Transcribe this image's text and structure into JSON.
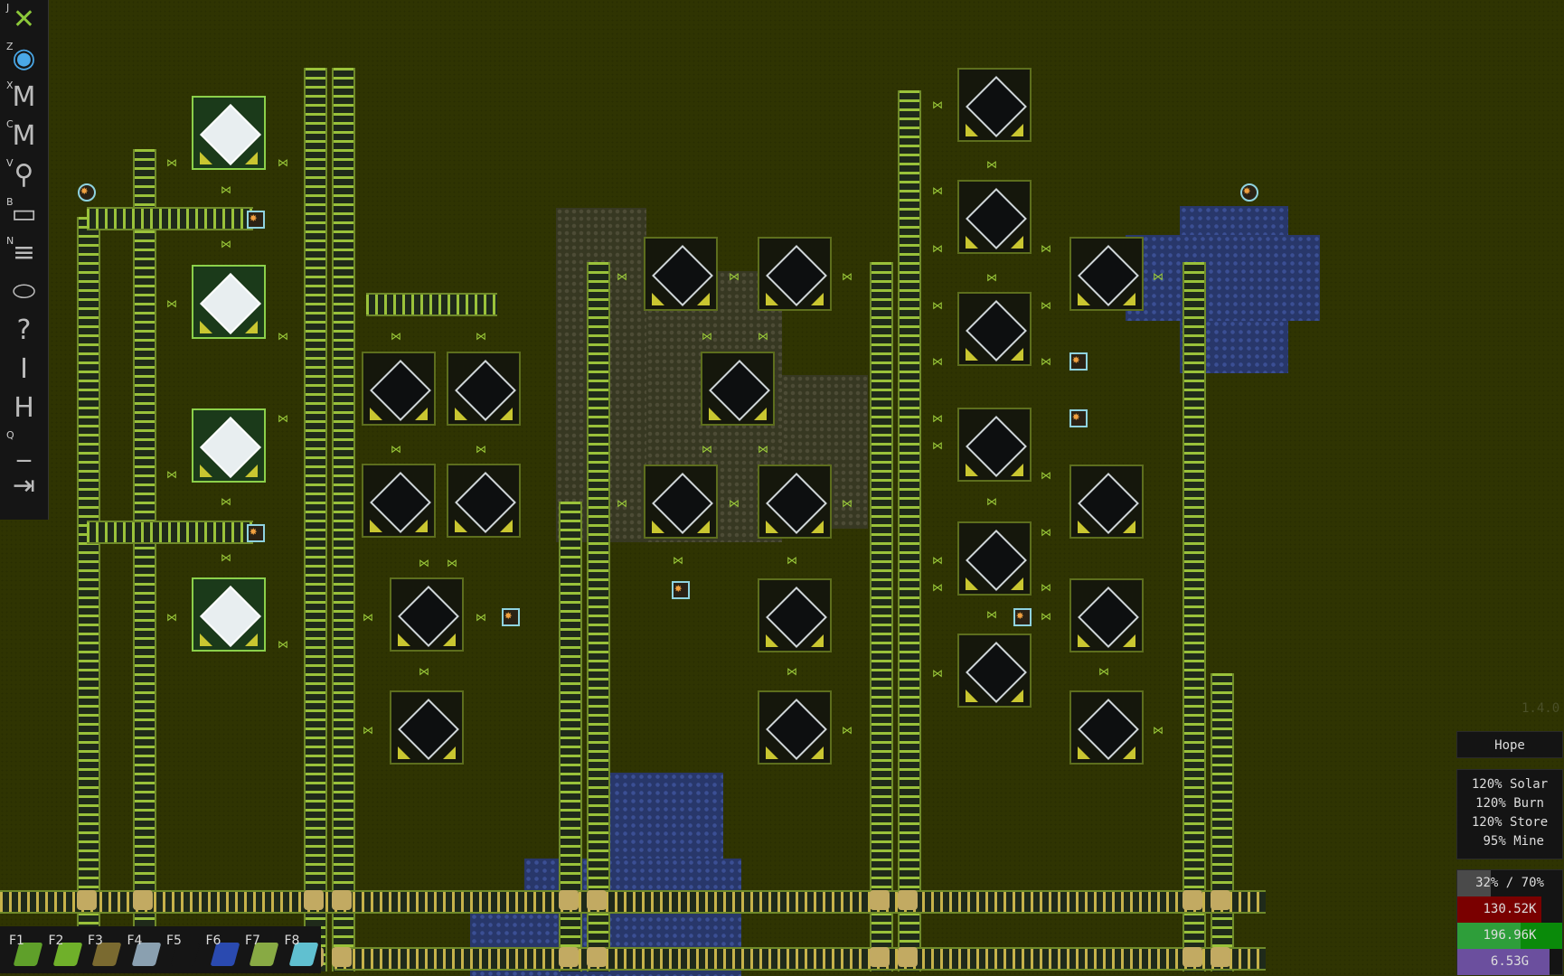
{
  "game": {
    "version": "1.4.0"
  },
  "toolbar": {
    "items": [
      {
        "key": "J",
        "icon": "drone-icon"
      },
      {
        "key": "Z",
        "icon": "globe-icon"
      },
      {
        "key": "X",
        "icon": "map-icon"
      },
      {
        "key": "C",
        "icon": "map-alt-icon"
      },
      {
        "key": "V",
        "icon": "search-icon"
      },
      {
        "key": "B",
        "icon": "save-icon"
      },
      {
        "key": "N",
        "icon": "list-icon"
      },
      {
        "key": "",
        "icon": "ring-icon"
      },
      {
        "key": "",
        "icon": "help-icon"
      },
      {
        "key": "",
        "icon": "info-icon"
      },
      {
        "key": "",
        "icon": "h-icon"
      },
      {
        "key": "Q",
        "icon": "console-icon"
      },
      {
        "key": "",
        "icon": "exit-icon"
      }
    ]
  },
  "hotbar": {
    "slots": [
      {
        "key": "F1",
        "icon": "belt-icon",
        "color": "#5fa02a"
      },
      {
        "key": "F2",
        "icon": "inserter-icon",
        "color": "#6fb02a"
      },
      {
        "key": "F3",
        "icon": "assembler-icon",
        "color": "#7a6a30"
      },
      {
        "key": "F4",
        "icon": "lab-icon",
        "color": "#8aa0b0"
      },
      {
        "key": "F5",
        "icon": "map-icon",
        "color": "#151515"
      },
      {
        "key": "F6",
        "icon": "solar-panel-icon",
        "color": "#2a4ab0"
      },
      {
        "key": "F7",
        "icon": "drill-icon",
        "color": "#88aa44"
      },
      {
        "key": "F8",
        "icon": "storage-icon",
        "color": "#60c0d0"
      }
    ]
  },
  "status": {
    "name": "Hope",
    "bonuses": [
      "120% Solar",
      "120% Burn",
      "120% Store",
      " 95% Mine"
    ],
    "power": {
      "label": "32% / 70%",
      "fill": 0.32,
      "color": "#4a4a4a"
    },
    "resources": [
      {
        "label": "130.52K",
        "fill": 0.8,
        "color": "#7a0000"
      },
      {
        "label": "196.96K",
        "fill": 1.0,
        "color": "#0a8a0a",
        "sub": 0.6,
        "subcolor": "#2e9e3a"
      },
      {
        "label": "6.53G",
        "fill": 0.88,
        "color": "#6b4f9e"
      }
    ]
  }
}
